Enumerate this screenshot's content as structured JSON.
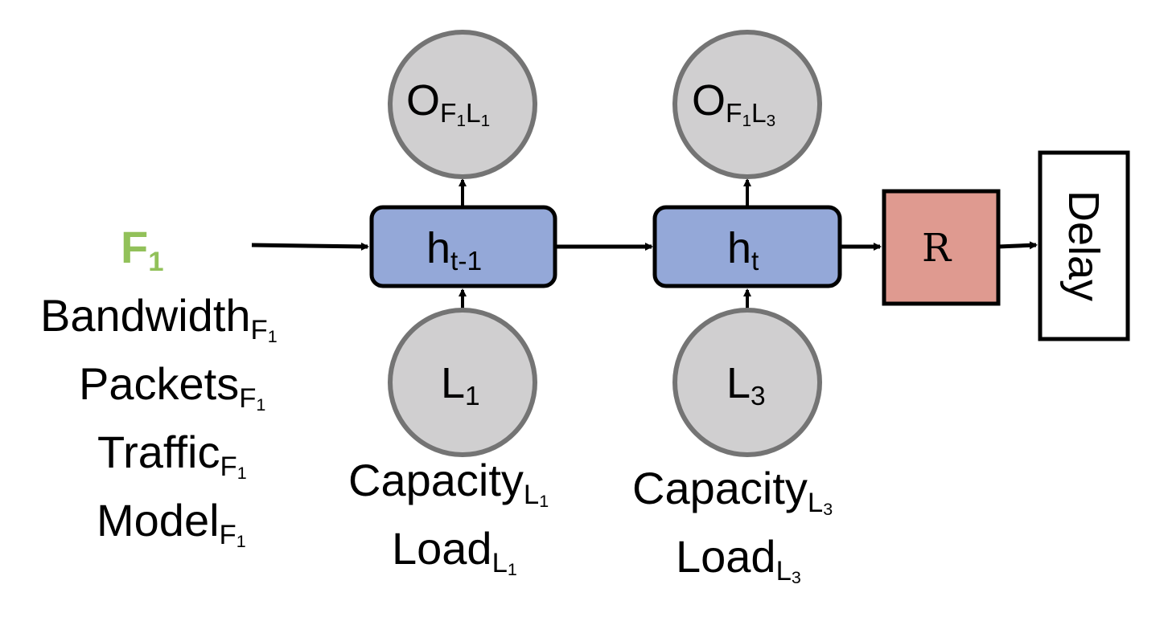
{
  "flow": {
    "name": "F",
    "name_sub": "1",
    "name_color": "#92c15a",
    "features": [
      {
        "label": "Bandwidth",
        "sub": "F",
        "subsub": "1"
      },
      {
        "label": "Packets",
        "sub": "F",
        "subsub": "1"
      },
      {
        "label": "Traffic",
        "sub": "F",
        "subsub": "1"
      },
      {
        "label": "Model",
        "sub": "F",
        "subsub": "1"
      }
    ]
  },
  "hidden_states": [
    {
      "label": "h",
      "sub": "t-1"
    },
    {
      "label": "h",
      "sub": "t"
    }
  ],
  "outputs": [
    {
      "label": "O",
      "sub": "F",
      "subsub": "1",
      "sub2": "L",
      "sub2sub": "1"
    },
    {
      "label": "O",
      "sub": "F",
      "subsub": "1",
      "sub2": "L",
      "sub2sub": "3"
    }
  ],
  "links": [
    {
      "label": "L",
      "sub": "1",
      "features": [
        {
          "label": "Capacity",
          "sub": "L",
          "subsub": "1"
        },
        {
          "label": "Load",
          "sub": "L",
          "subsub": "1"
        }
      ]
    },
    {
      "label": "L",
      "sub": "3",
      "features": [
        {
          "label": "Capacity",
          "sub": "L",
          "subsub": "3"
        },
        {
          "label": "Load",
          "sub": "L",
          "subsub": "3"
        }
      ]
    }
  ],
  "readout": {
    "label": "R"
  },
  "result": {
    "label": "Delay"
  },
  "colors": {
    "hidden_fill": "#94a8d8",
    "node_fill": "#d0cfd0",
    "node_stroke": "#747474",
    "readout_fill": "#df9a90",
    "flow_accent": "#92c15a"
  }
}
